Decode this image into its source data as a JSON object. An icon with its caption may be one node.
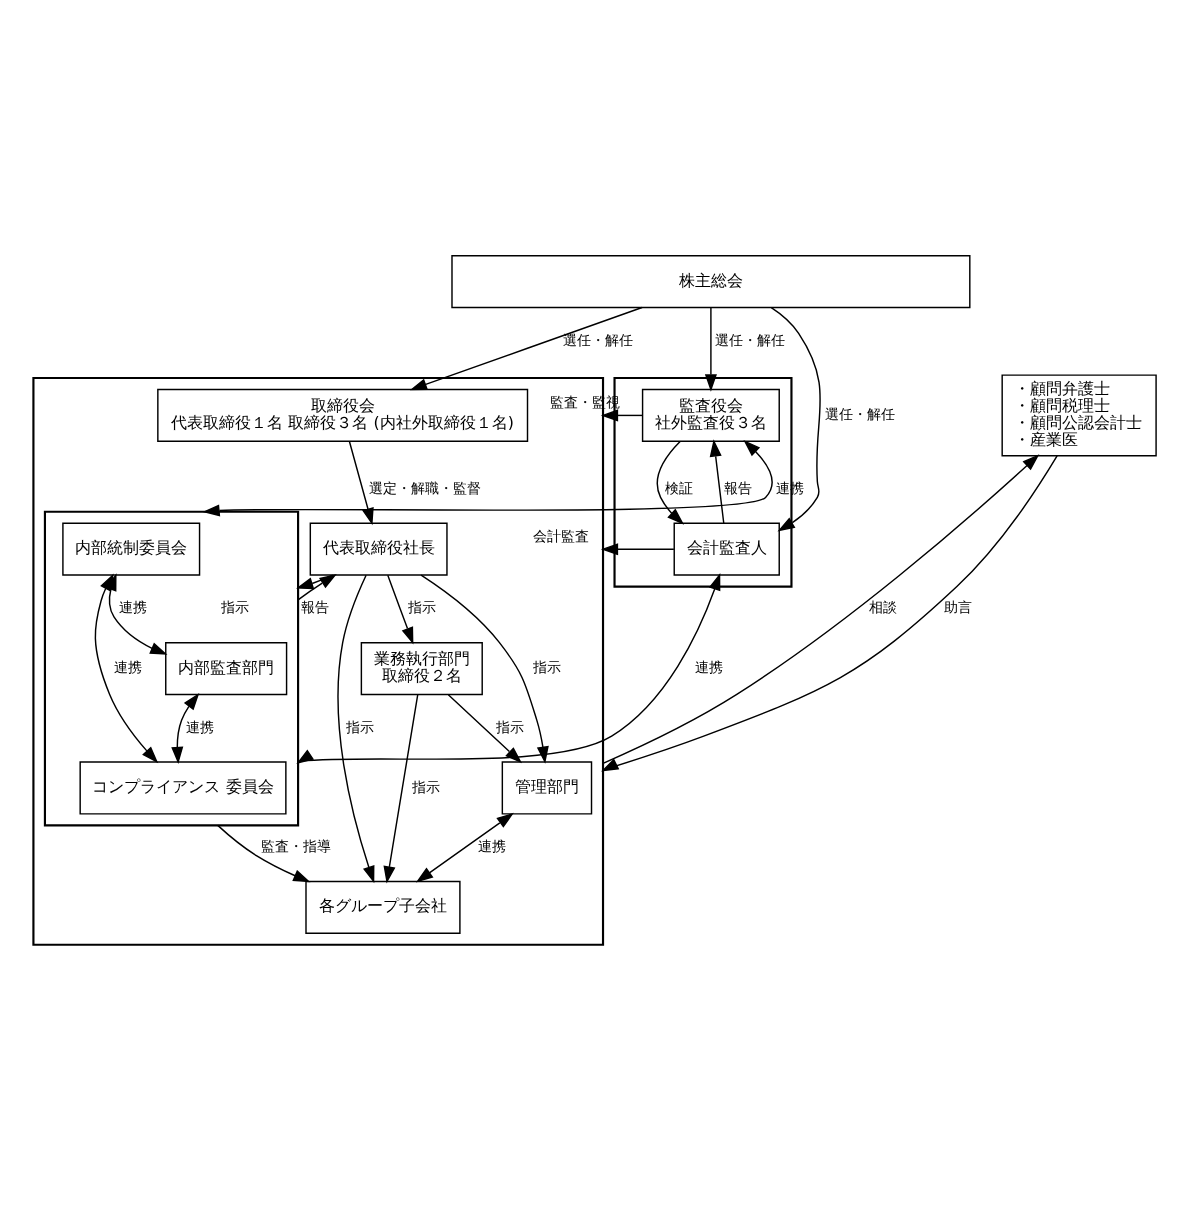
{
  "diagram": {
    "nodes": [
      {
        "text": [
          "株主総会"
        ]
      },
      {
        "text": [],
        "shape": "box"
      },
      {
        "text": [
          "取締役会",
          "代表取締役１名 取締役３名 (内社外取締役１名)"
        ],
        "in": 1
      },
      {
        "text": [
          "代表取締役社長"
        ],
        "in": 1
      },
      {
        "text": [
          "業務執行部門",
          "取締役２名"
        ],
        "in": 1
      },
      {
        "text": [
          "管理部門"
        ],
        "in": 1
      },
      {
        "text": [],
        "shape": "box",
        "in": 1
      },
      {
        "text": [
          "内部統制委員会"
        ],
        "in": 6
      },
      {
        "text": [
          "内部監査部門"
        ],
        "in": 6
      },
      {
        "text": [
          "コンプライアンス 委員会"
        ],
        "in": 6
      },
      {
        "text": [
          "各グループ子会社"
        ],
        "in": 1
      },
      {
        "text": [],
        "shape": "box"
      },
      {
        "text": [
          "監査役会",
          "社外監査役３名"
        ],
        "in": 11
      },
      {
        "text": [
          "会計監査人"
        ],
        "in": 11
      },
      {
        "text": [
          "・顧問弁護士",
          "・顧問税理士",
          "・顧問公認会計士",
          "・産業医"
        ]
      }
    ],
    "edges": [
      {
        "from": 0,
        "to": 2,
        "arrow": "to",
        "label": "選任・解任"
      },
      {
        "from": 0,
        "to": 12,
        "arrow": "to",
        "label": "選任・解任"
      },
      {
        "from": 0,
        "to": 13,
        "arrow": "to",
        "label": "選任・解任"
      },
      {
        "from": 2,
        "to": 3,
        "arrow": "to",
        "label": "選定・解職・監督"
      },
      {
        "from": 3,
        "to": 4,
        "arrow": "to",
        "label": "指示"
      },
      {
        "from": 3,
        "to": 5,
        "arrow": "to",
        "label": "指示"
      },
      {
        "from": 3,
        "to": 10,
        "arrow": "to",
        "label": "指示"
      },
      {
        "from": 3,
        "to": 6,
        "arrow": "to",
        "label": "指示"
      },
      {
        "from": 6,
        "to": 3,
        "arrow": "to",
        "label": "報告"
      },
      {
        "from": 12,
        "to": 6,
        "arrow": "both",
        "label": "連携"
      },
      {
        "from": 13,
        "to": 6,
        "arrow": "both",
        "label": "連携"
      },
      {
        "from": 4,
        "to": 5,
        "arrow": "to",
        "label": "指示"
      },
      {
        "from": 4,
        "to": 10,
        "arrow": "to",
        "label": "指示"
      },
      {
        "from": 5,
        "to": 10,
        "arrow": "both",
        "label": "連携"
      },
      {
        "from": 7,
        "to": 8,
        "arrow": "both",
        "label": "連携"
      },
      {
        "from": 8,
        "to": 9,
        "arrow": "both",
        "label": "連携"
      },
      {
        "from": 7,
        "to": 9,
        "arrow": "both",
        "label": "連携"
      },
      {
        "from": 6,
        "to": 10,
        "arrow": "to",
        "label": "監査・指導"
      },
      {
        "from": 12,
        "to": 1,
        "arrow": "to",
        "label": "監査・監視"
      },
      {
        "from": 12,
        "to": 13,
        "arrow": "to",
        "label": "検証"
      },
      {
        "from": 13,
        "to": 12,
        "arrow": "to",
        "label": "報告"
      },
      {
        "from": 13,
        "to": 1,
        "arrow": "to",
        "label": "会計監査"
      },
      {
        "from": 1,
        "to": 14,
        "arrow": "to",
        "label": "相談"
      },
      {
        "from": 14,
        "to": 1,
        "arrow": "to",
        "label": "助言"
      }
    ]
  }
}
